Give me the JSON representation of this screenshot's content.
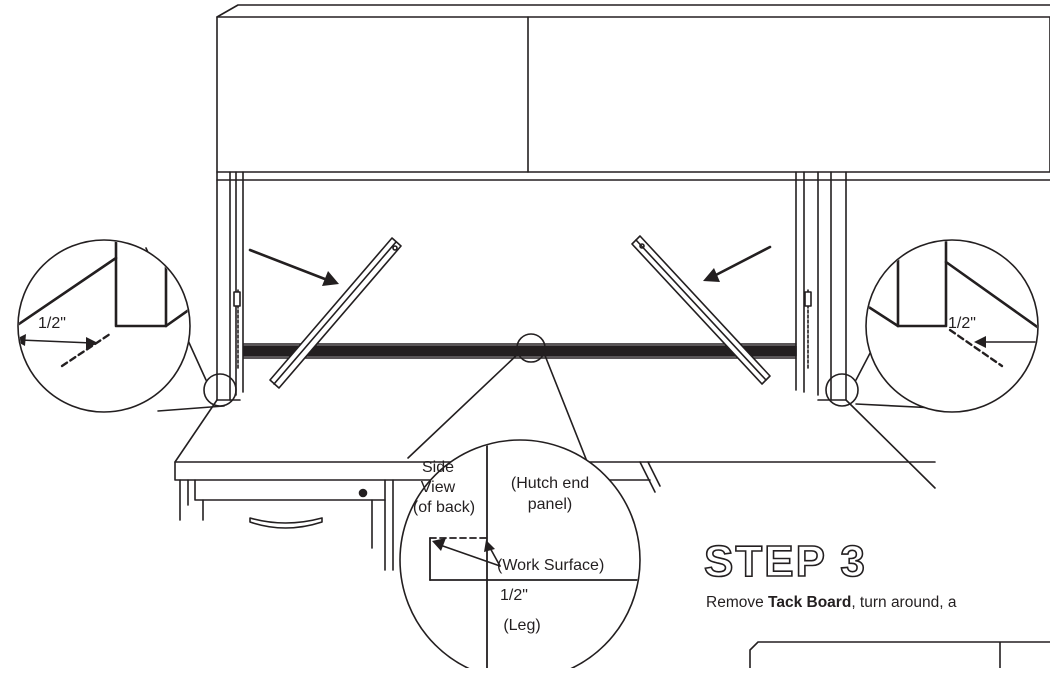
{
  "labels": {
    "half_inch_left": "1/2\"",
    "half_inch_right": "1/2\"",
    "side_view_line1": "Side",
    "side_view_line2": "View",
    "side_view_line3": "(of back)",
    "hutch_end_line1": "(Hutch end",
    "hutch_end_line2": "panel)",
    "work_surface": "(Work Surface)",
    "half_inch_center": "1/2\"",
    "leg": "(Leg)"
  },
  "step": {
    "title": "STEP 3",
    "instruction_pre": "Remove ",
    "instruction_bold": "Tack Board",
    "instruction_post": ", turn around, a"
  },
  "colors": {
    "ink": "#231f20",
    "paper": "#ffffff"
  }
}
